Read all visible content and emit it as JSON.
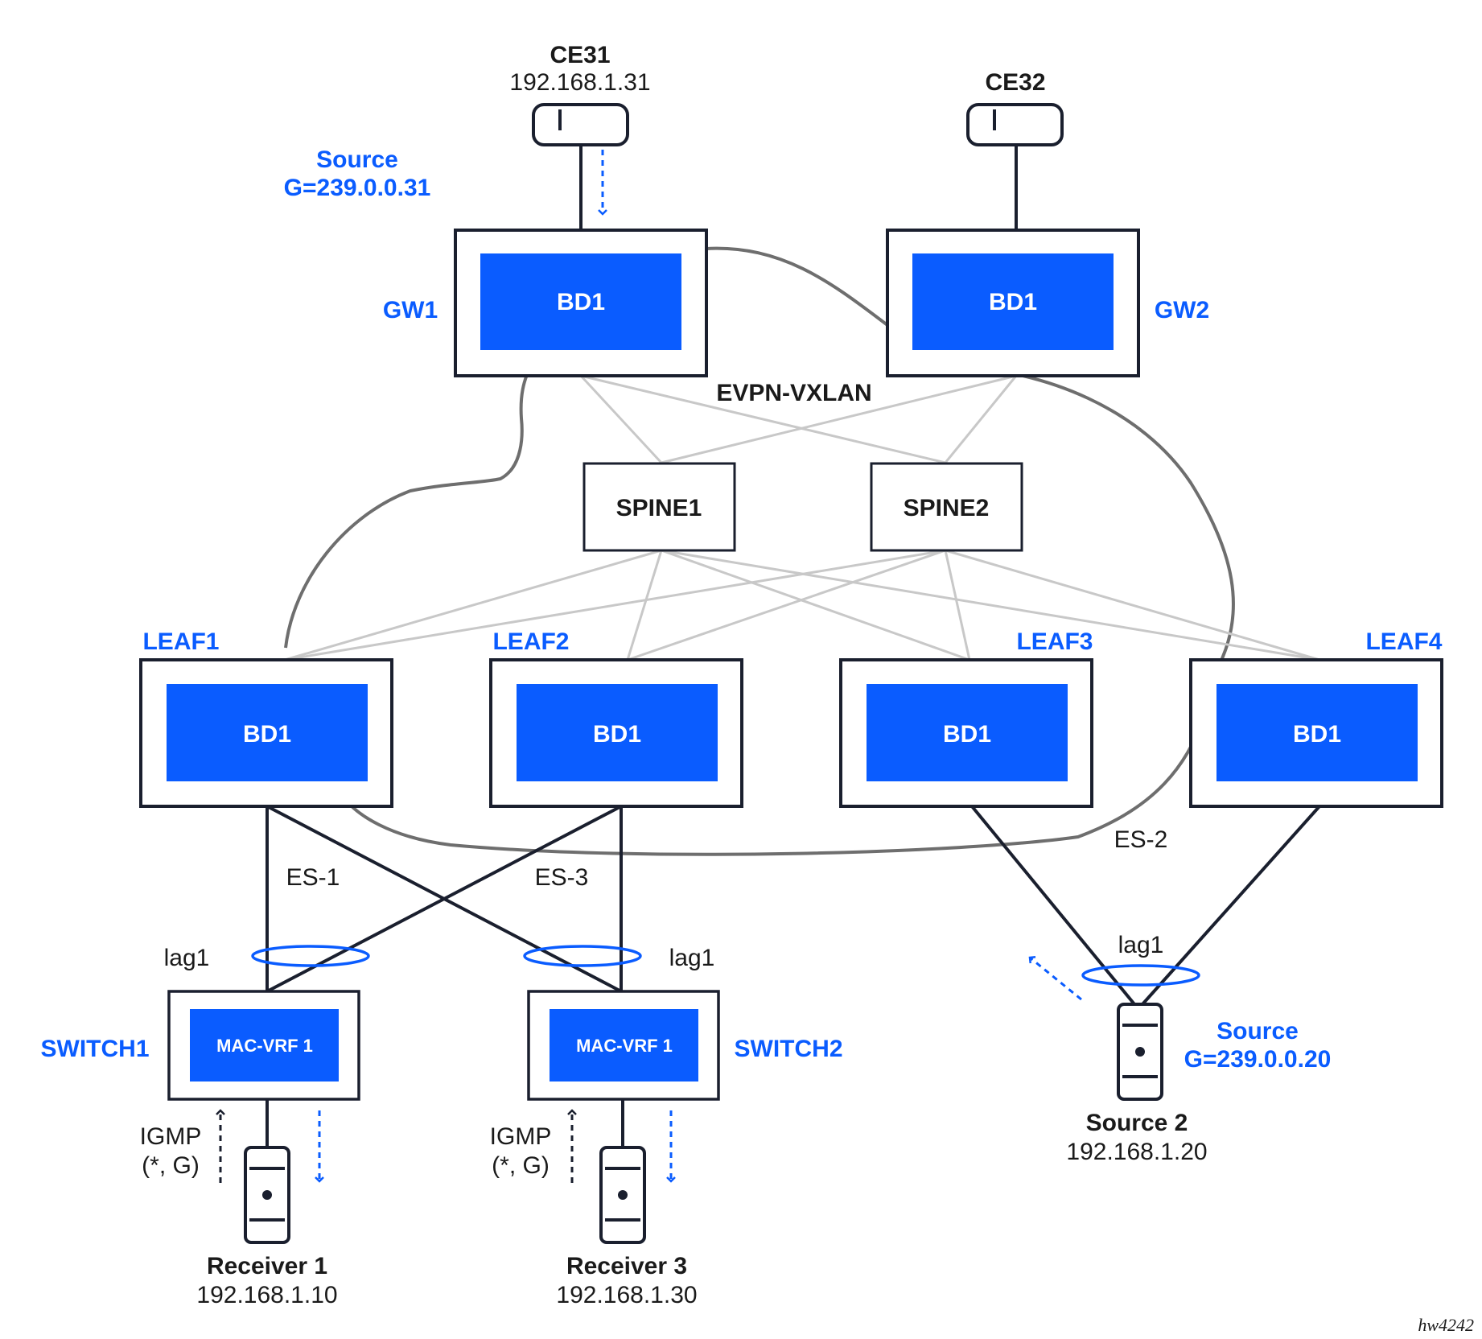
{
  "colors": {
    "accent": "#0a5cff",
    "line": "#1a1f2e",
    "fabric": "#c8c8c8",
    "cloud": "#6e6e6e"
  },
  "ce": [
    {
      "name": "CE31",
      "ip": "192.168.1.31"
    },
    {
      "name": "CE32"
    }
  ],
  "gw": [
    {
      "name": "GW1",
      "bd": "BD1"
    },
    {
      "name": "GW2",
      "bd": "BD1"
    }
  ],
  "source1": {
    "line1": "Source",
    "line2": "G=239.0.0.31"
  },
  "cloud_label": "EVPN-VXLAN",
  "spines": [
    {
      "name": "SPINE1"
    },
    {
      "name": "SPINE2"
    }
  ],
  "leaves": [
    {
      "name": "LEAF1",
      "bd": "BD1"
    },
    {
      "name": "LEAF2",
      "bd": "BD1"
    },
    {
      "name": "LEAF3",
      "bd": "BD1"
    },
    {
      "name": "LEAF4",
      "bd": "BD1"
    }
  ],
  "es": [
    "ES-1",
    "ES-3",
    "ES-2"
  ],
  "lag": [
    "lag1",
    "lag1",
    "lag1"
  ],
  "switches": [
    {
      "name": "SWITCH1",
      "vrf": "MAC-VRF 1"
    },
    {
      "name": "SWITCH2",
      "vrf": "MAC-VRF 1"
    }
  ],
  "igmp": [
    {
      "line1": "IGMP",
      "line2": "(*, G)"
    },
    {
      "line1": "IGMP",
      "line2": "(*, G)"
    }
  ],
  "receivers": [
    {
      "name": "Receiver 1",
      "ip": "192.168.1.10"
    },
    {
      "name": "Receiver 3",
      "ip": "192.168.1.30"
    }
  ],
  "source2": {
    "line1": "Source",
    "line2": "G=239.0.0.20",
    "name": "Source 2",
    "ip": "192.168.1.20"
  },
  "figure_id": "hw4242"
}
